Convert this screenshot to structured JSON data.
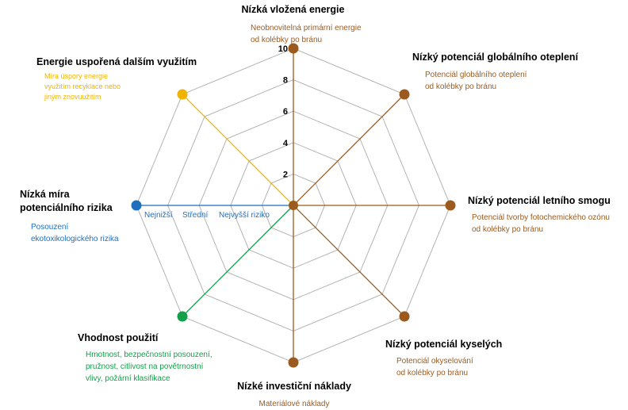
{
  "chart_data": {
    "type": "radar",
    "rlim": [
      0,
      10
    ],
    "r_ticks": [
      "2",
      "4",
      "6",
      "8",
      "10"
    ],
    "grid": true,
    "axes": [
      {
        "title": "Nízká vložená energie",
        "description": [
          "Neobnovitelná primární energie",
          "od kolébky po bránu"
        ],
        "value": 10,
        "color": "#9c5a1e"
      },
      {
        "title": "Nízký potenciál globálního oteplení",
        "description": [
          "Potenciál globálního oteplení",
          "od kolébky po bránu"
        ],
        "value": 10,
        "color": "#9c5a1e"
      },
      {
        "title": "Nízký potenciál letního smogu",
        "description": [
          "Potenciál tvorby fotochemického ozónu",
          "od kolébky po bránu"
        ],
        "value": 10,
        "color": "#9c5a1e"
      },
      {
        "title": "Nízký potenciál kyselých",
        "description": [
          "Potenciál okyselování",
          "od kolébky po bránu"
        ],
        "value": 10,
        "color": "#9c5a1e"
      },
      {
        "title": "Nízké investiční náklady",
        "description": [
          "Materiálové náklady"
        ],
        "value": 10,
        "color": "#9c5a1e"
      },
      {
        "title": "Vhodnost použití",
        "description": [
          "Hmotnost, bezpečnostní posouzení,",
          "pružnost, citlivost na povětrnostní",
          "vlivy, požární klasifikace"
        ],
        "value": 10,
        "color": "#12a04a"
      },
      {
        "title": "Nízká míra potenciálního rizika",
        "title_lines": [
          "Nízká míra",
          "potenciálního rizika"
        ],
        "description": [
          "Posouzení",
          "ekotoxikologického rizika"
        ],
        "value": 10,
        "color": "#1f6fbf",
        "scale_labels": [
          "Nejnižší",
          "Střední",
          "Nejvyšší riziko"
        ]
      },
      {
        "title": "Energie uspořená dalším využitím",
        "description": [
          "Míra úspory energie",
          "využitím recyklace nebo",
          "jiným znovuužitím"
        ],
        "value": 10,
        "color": "#f0b400"
      }
    ]
  },
  "labels": {
    "a0": {
      "title": "Nízká vložená energie",
      "d1": "Neobnovitelná primární energie",
      "d2": "od kolébky po bránu"
    },
    "a1": {
      "title": "Nízký potenciál globálního oteplení",
      "d1": "Potenciál globálního oteplení",
      "d2": "od kolébky po bránu"
    },
    "a2": {
      "title": "Nízký potenciál letního smogu",
      "d1": "Potenciál tvorby fotochemického ozónu",
      "d2": "od kolébky po bránu"
    },
    "a3": {
      "title": "Nízký potenciál kyselých",
      "d1": "Potenciál okyselování",
      "d2": "od kolébky po bránu"
    },
    "a4": {
      "title": "Nízké investiční náklady",
      "d1": "Materiálové náklady"
    },
    "a5": {
      "title": "Vhodnost použití",
      "d1": "Hmotnost, bezpečnostní posouzení,",
      "d2": "pružnost, citlivost na povětrnostní",
      "d3": "vlivy, požární klasifikace"
    },
    "a6": {
      "t1": "Nízká míra",
      "t2": "potenciálního rizika",
      "d1": "Posouzení",
      "d2": "ekotoxikologického rizika",
      "r1": "Nejnižší",
      "r2": "Střední",
      "r3": "Nejvyšší riziko"
    },
    "a7": {
      "title": "Energie uspořená dalším využitím",
      "d1": "Míra úspory energie",
      "d2": "využitím recyklace nebo",
      "d3": "jiným znovuužitím"
    }
  }
}
